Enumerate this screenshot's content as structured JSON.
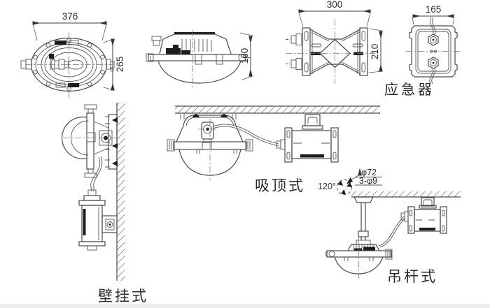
{
  "views": {
    "front": {
      "dim_width": "376",
      "dim_height": "265"
    },
    "side": {
      "dim_height": "160"
    },
    "terminal_box": {
      "dim_width": "300",
      "dim_height": "210"
    },
    "emergency": {
      "dim_width": "165",
      "caption": "应急器"
    },
    "wall_mount": {
      "caption": "壁挂式"
    },
    "ceiling_mount": {
      "caption": "吸顶式"
    },
    "rod_mount": {
      "caption": "吊杆式",
      "bolt_circle": "φ72",
      "bolt_holes": "3-φ9",
      "bolt_angle": "120°"
    }
  },
  "colors": {
    "line": "#4a4a4a",
    "text": "#2b2b2b",
    "fill_dark": "#1c1c1c",
    "background": "#ffffff"
  }
}
